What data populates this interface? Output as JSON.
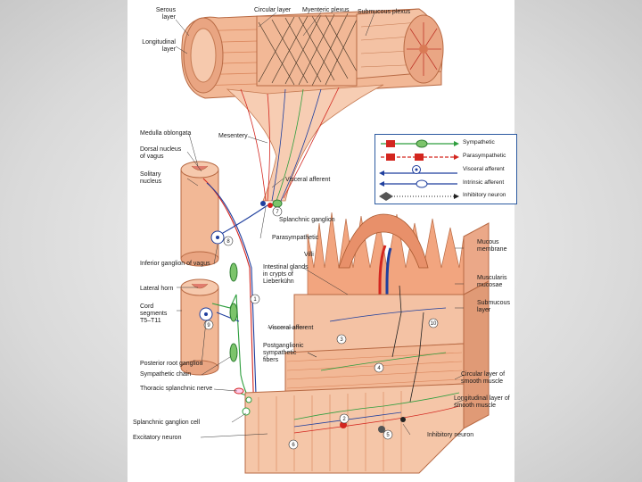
{
  "labels": {
    "serous_layer": "Serous\nlayer",
    "longitudinal_layer": "Longitudinal\nlayer",
    "circular_layer": "Circular layer",
    "myenteric_plexus": "Myenteric plexus",
    "submucous_plexus": "Submucous plexus",
    "medulla_oblongata": "Medulla oblongata",
    "dorsal_nucleus": "Dorsal nucleus\nof vagus",
    "solitary_nucleus": "Solitary\nnucleus",
    "mesentery": "Mesentery",
    "visceral_afferent_top": "Visceral afferent",
    "splanchnic_ganglion": "Splanchnic ganglion",
    "parasympathetic": "Parasympathetic",
    "inferior_ganglion": "Inferior ganglion of vagus",
    "lateral_horn": "Lateral horn",
    "cord_segments": "Cord\nsegments\nT5–T11",
    "posterior_root_ganglion": "Posterior root ganglion",
    "sympathetic_chain": "Sympathetic chain",
    "thoracic_splanchnic": "Thoracic splanchnic nerve",
    "splanchnic_ganglion_cell": "Splanchnic ganglion cell",
    "excitatory_neuron": "Excitatory neuron",
    "intestinal_glands": "Intestinal glands\nin crypts of\nLieberkühn",
    "visceral_afferent_mid": "Visceral afferent",
    "postganglionic": "Postganglionic\nsympathetic\nfibers",
    "villi": "Villi",
    "mucous_membrane": "Mucous\nmembrane",
    "muscularis_mucosae": "Muscularis\nmucosae",
    "submucous_layer": "Submucous\nlayer",
    "circular_smooth": "Circular layer of\nsmooth muscle",
    "longitudinal_smooth": "Longitudinal layer of\nsmooth muscle",
    "inhibitory_neuron": "Inhibitory neuron"
  },
  "legend": [
    {
      "label": "Sympathetic",
      "color": "#2e9e3e"
    },
    {
      "label": "Parasympathetic",
      "color": "#d3261f"
    },
    {
      "label": "Visceral afferent",
      "color": "#1f3f9e"
    },
    {
      "label": "Intrinsic afferent",
      "color": "#1f3f9e"
    },
    {
      "label": "Inhibitory neuron",
      "color": "#222222"
    }
  ],
  "markers": [
    "1",
    "2",
    "3",
    "4",
    "5",
    "6",
    "7",
    "8",
    "9",
    "10"
  ],
  "colors": {
    "tissue": "#f2b896",
    "tissue_dark": "#d9845a",
    "sympathetic": "#2e9e3e",
    "parasympathetic": "#d3261f",
    "afferent": "#1f3f9e",
    "legend_border": "#2c5aa0"
  }
}
